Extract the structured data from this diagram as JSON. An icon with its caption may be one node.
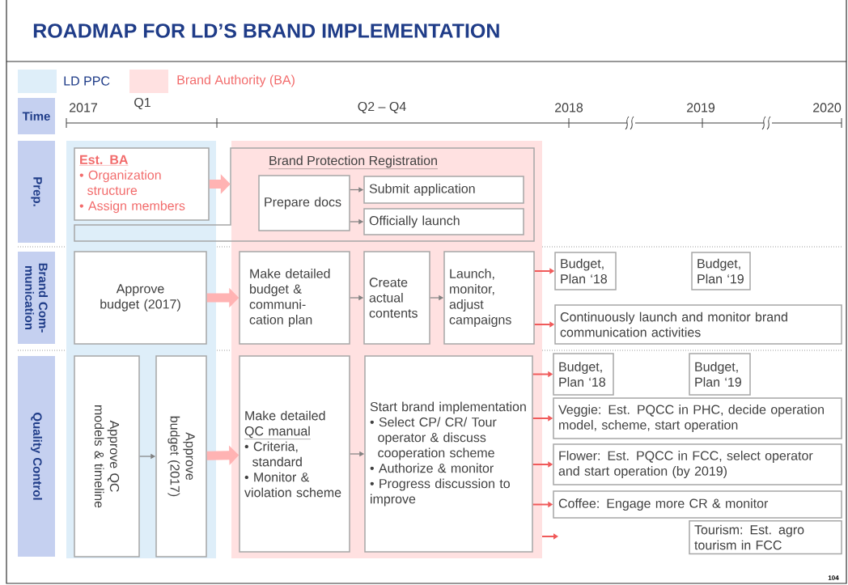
{
  "diagram": {
    "title": "ROADMAP FOR LD’S BRAND IMPLEMENTATION",
    "nodes": [
      {
        "text": [
          "Time"
        ]
      },
      {
        "text": [
          "Prep."
        ]
      },
      {
        "text": [
          "Brand Com- munication"
        ]
      },
      {
        "text": [
          "Quality Control"
        ]
      },
      {
        "text": [
          "Est. BA",
          "• Organization structure",
          "• Assign members"
        ]
      },
      {
        "text": [
          "Brand Protection Registration"
        ]
      },
      {
        "text": [
          "Prepare docs"
        ],
        "in": 5
      },
      {
        "text": [
          "Submit application"
        ],
        "in": 5
      },
      {
        "text": [
          "Officially launch"
        ],
        "in": 5
      },
      {
        "text": [
          "Approve budget (2017)"
        ]
      },
      {
        "text": [
          "Make detailed budget & communi- cation plan"
        ]
      },
      {
        "text": [
          "Create actual contents"
        ]
      },
      {
        "text": [
          "Launch, monitor, adjust campaigns"
        ]
      },
      {
        "text": [
          "Budget, Plan ‘18"
        ]
      },
      {
        "text": [
          "Budget, Plan ‘19"
        ]
      },
      {
        "text": [
          "Continuously launch and monitor brand communication activities"
        ]
      },
      {
        "text": [
          "Approve QC models & timeline"
        ]
      },
      {
        "text": [
          "Approve budget (2017)"
        ]
      },
      {
        "text": [
          "Make detailed",
          "QC manual",
          "• Criteria, standard",
          "• Monitor & violation scheme"
        ]
      },
      {
        "text": [
          "Start brand implementation",
          "• Select CP/ CR/ Tour operator & discuss cooperation scheme",
          "• Authorize & monitor",
          "• Progress discussion to improve"
        ]
      },
      {
        "text": [
          "Budget, Plan ‘18"
        ]
      },
      {
        "text": [
          "Budget, Plan ‘19"
        ]
      },
      {
        "text": [
          "Veggie: Est. PQCC in PHC, decide operation model, scheme, start operation"
        ]
      },
      {
        "text": [
          "Flower: Est. PQCC in FCC, select operator and start operation (by 2019)"
        ]
      },
      {
        "text": [
          "Coffee: Engage more CR & monitor"
        ]
      },
      {
        "text": [
          "Tourism: Est. agro tourism in FCC"
        ]
      }
    ],
    "edges": [
      {
        "from": 4,
        "to": 5,
        "arrow": "to",
        "style": "thick",
        "color": "#ffb3b3"
      },
      {
        "from": 6,
        "to": 7,
        "arrow": "to"
      },
      {
        "from": 6,
        "to": 8,
        "arrow": "to"
      },
      {
        "from": 9,
        "to": 10,
        "arrow": "to",
        "style": "thick",
        "color": "#ffb3b3"
      },
      {
        "from": 10,
        "to": 11,
        "arrow": "to"
      },
      {
        "from": 11,
        "to": 12,
        "arrow": "to"
      },
      {
        "from": 12,
        "to": 13,
        "arrow": "to",
        "color": "#f05a5a"
      },
      {
        "from": 12,
        "to": 15,
        "arrow": "to",
        "color": "#f05a5a"
      },
      {
        "from": 16,
        "to": 17,
        "arrow": "to"
      },
      {
        "from": 17,
        "to": 18,
        "arrow": "to",
        "style": "thick",
        "color": "#ffb3b3"
      },
      {
        "from": 18,
        "to": 19,
        "arrow": "to"
      },
      {
        "from": 19,
        "to": 20,
        "arrow": "to",
        "color": "#f05a5a"
      },
      {
        "from": 19,
        "to": 22,
        "arrow": "to",
        "color": "#f05a5a"
      },
      {
        "from": 19,
        "to": 23,
        "arrow": "to",
        "color": "#f05a5a"
      },
      {
        "from": 19,
        "to": 24,
        "arrow": "to",
        "color": "#f05a5a"
      }
    ],
    "labels": [
      "2017",
      "Q1",
      "Q2 – Q4",
      "2018",
      "2019",
      "2020",
      "104"
    ],
    "legend": [
      {
        "text": "LD PPC",
        "color": "#deeef9"
      },
      {
        "text": "Brand Authority (BA)",
        "color": "#ffe1e1"
      }
    ]
  }
}
